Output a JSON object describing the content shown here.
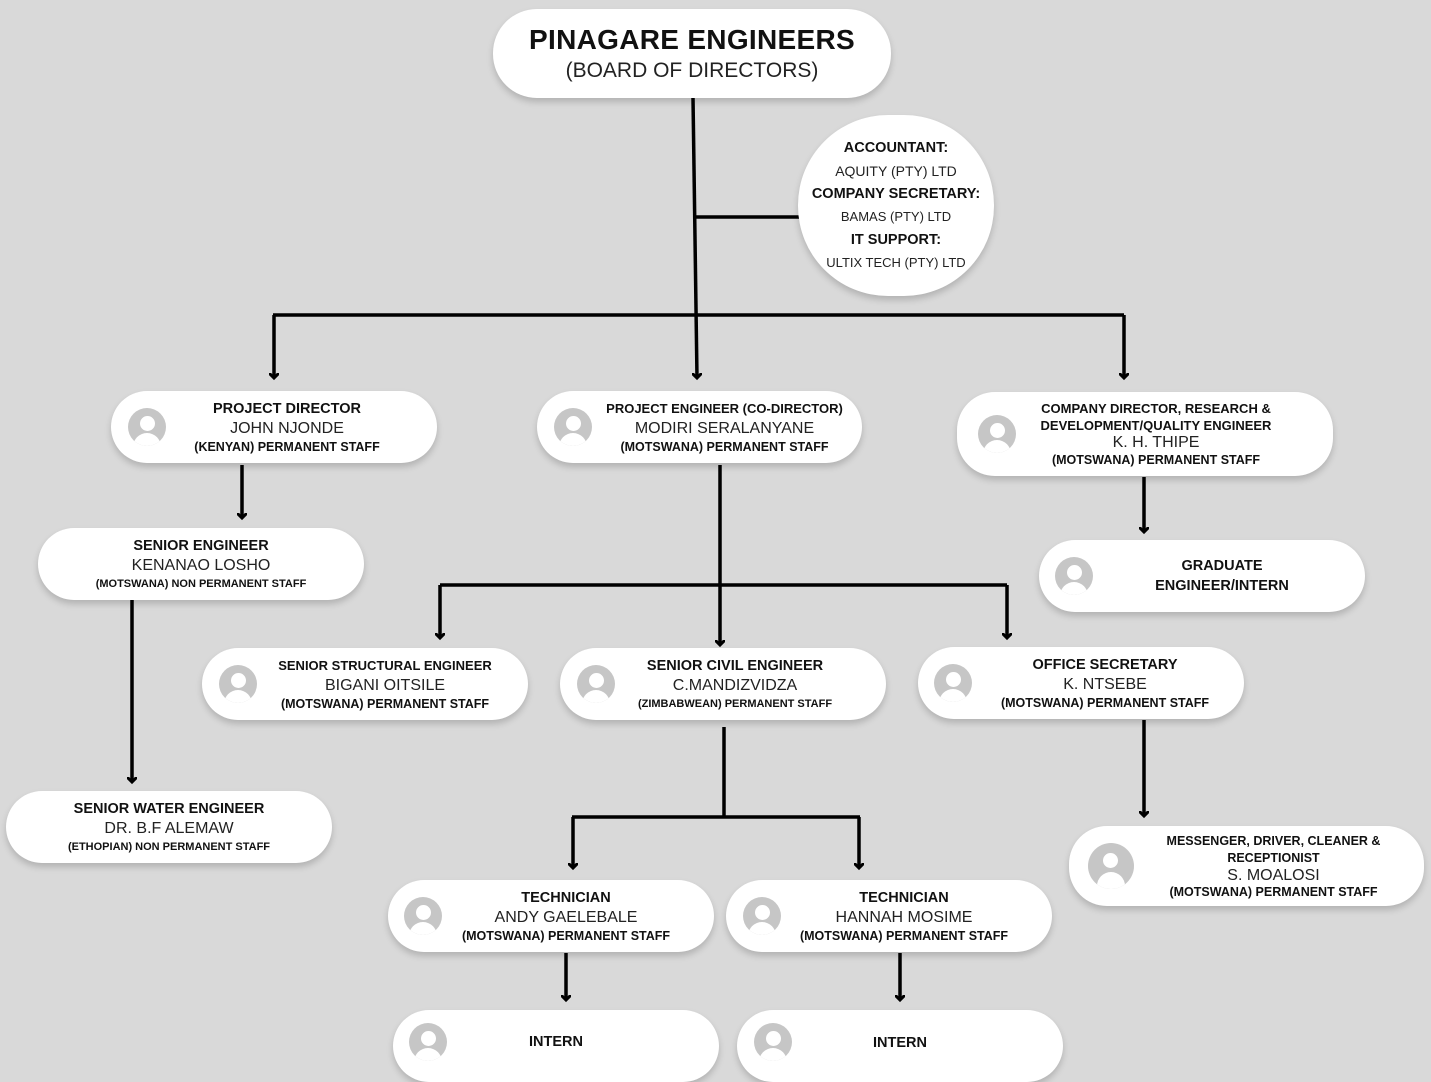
{
  "header": {
    "company": "PINAGARE ENGINEERS",
    "subtitle": "(BOARD OF DIRECTORS)"
  },
  "services": {
    "accountant_label": "ACCOUNTANT:",
    "accountant_value": "AQUITY (PTY) LTD",
    "secretary_label": "COMPANY SECRETARY:",
    "secretary_value": "BAMAS (PTY) LTD",
    "it_label": "IT SUPPORT:",
    "it_value": "ULTIX TECH (PTY) LTD"
  },
  "nodes": {
    "project_director": {
      "role": "PROJECT DIRECTOR",
      "name": "JOHN NJONDE",
      "staff": "(KENYAN) PERMANENT STAFF"
    },
    "project_engineer": {
      "role": "PROJECT ENGINEER (CO-DIRECTOR)",
      "name": "MODIRI SERALANYANE",
      "staff": "(MOTSWANA) PERMANENT STAFF"
    },
    "company_director": {
      "role": "COMPANY DIRECTOR, RESEARCH & DEVELOPMENT/QUALITY ENGINEER",
      "name": "K. H. THIPE",
      "staff": "(MOTSWANA) PERMANENT STAFF"
    },
    "senior_engineer": {
      "role": "SENIOR ENGINEER",
      "name": "KENANAO LOSHO",
      "staff": "(MOTSWANA) NON PERMANENT STAFF"
    },
    "graduate": {
      "role": "GRADUATE ENGINEER/INTERN"
    },
    "structural": {
      "role": "SENIOR STRUCTURAL ENGINEER",
      "name": "BIGANI OITSILE",
      "staff": "(MOTSWANA) PERMANENT STAFF"
    },
    "civil": {
      "role": "SENIOR CIVIL ENGINEER",
      "name": "C.MANDIZVIDZA",
      "staff": "(ZIMBABWEAN) PERMANENT STAFF"
    },
    "office_secretary": {
      "role": "OFFICE SECRETARY",
      "name": "K. NTSEBE",
      "staff": "(MOTSWANA) PERMANENT STAFF"
    },
    "water": {
      "role": "SENIOR WATER ENGINEER",
      "name": "DR. B.F ALEMAW",
      "staff": "(ETHOPIAN) NON PERMANENT STAFF"
    },
    "messenger": {
      "role": "MESSENGER, DRIVER, CLEANER & RECEPTIONIST",
      "name": "S. MOALOSI",
      "staff": "(MOTSWANA) PERMANENT STAFF"
    },
    "technician1": {
      "role": "TECHNICIAN",
      "name": "ANDY GAELEBALE",
      "staff": "(MOTSWANA) PERMANENT STAFF"
    },
    "technician2": {
      "role": "TECHNICIAN",
      "name": "HANNAH MOSIME",
      "staff": "(MOTSWANA) PERMANENT STAFF"
    },
    "intern1": {
      "role": "INTERN"
    },
    "intern2": {
      "role": "INTERN"
    }
  }
}
